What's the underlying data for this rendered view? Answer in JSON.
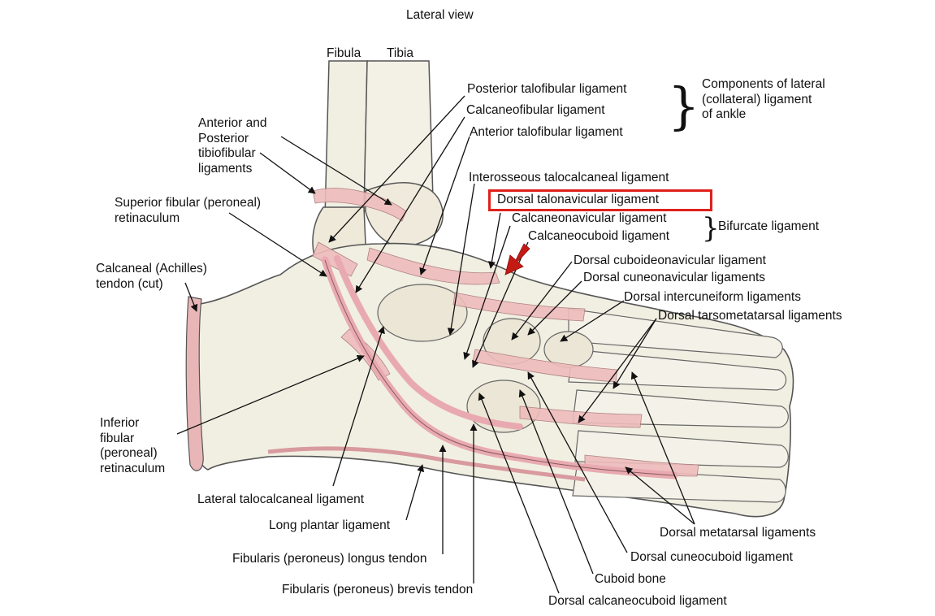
{
  "title": "Lateral view",
  "colors": {
    "bone": "#f1efe2",
    "ligament": "#eebcbc",
    "tendon": "#e8aab0",
    "outline": "#555555",
    "highlight": "#e0201c",
    "arrow": "#c41a14"
  },
  "labels": {
    "fibula": "Fibula",
    "tibia": "Tibia",
    "posterior_talofibular": "Posterior talofibular ligament",
    "calcaneofibular": "Calcaneofibular ligament",
    "anterior_talofibular": "Anterior talofibular ligament",
    "lateral_components": "Components of lateral\n(collateral) ligament\nof ankle",
    "tibiofibular": "Anterior and\nPosterior\ntibiofibular\nligaments",
    "interosseous_talocalcaneal": "Interosseous talocalcaneal ligament",
    "dorsal_talonavicular": "Dorsal talonavicular ligament",
    "calcaneonavicular": "Calcaneonavicular ligament",
    "calcaneocuboid": "Calcaneocuboid ligament",
    "bifurcate": "Bifurcate ligament",
    "superior_retinaculum": "Superior fibular (peroneal)\nretinaculum",
    "dorsal_cuboideonavicular": "Dorsal cuboideonavicular ligament",
    "dorsal_cuneonavicular": "Dorsal cuneonavicular ligaments",
    "dorsal_intercuneiform": "Dorsal intercuneiform ligaments",
    "dorsal_tarsometatarsal": "Dorsal tarsometatarsal ligaments",
    "calcaneal_tendon": "Calcaneal (Achilles)\ntendon (cut)",
    "inferior_retinaculum": "Inferior\nfibular\n(peroneal)\nretinaculum",
    "lateral_talocalcaneal": "Lateral talocalcaneal ligament",
    "long_plantar": "Long plantar ligament",
    "fibularis_longus": "Fibularis (peroneus) longus tendon",
    "fibularis_brevis": "Fibularis (peroneus) brevis tendon",
    "dorsal_metatarsal": "Dorsal metatarsal ligaments",
    "dorsal_cuneocuboid": "Dorsal cuneocuboid ligament",
    "cuboid_bone": "Cuboid bone",
    "dorsal_calcaneocuboid": "Dorsal calcaneocuboid ligament"
  }
}
